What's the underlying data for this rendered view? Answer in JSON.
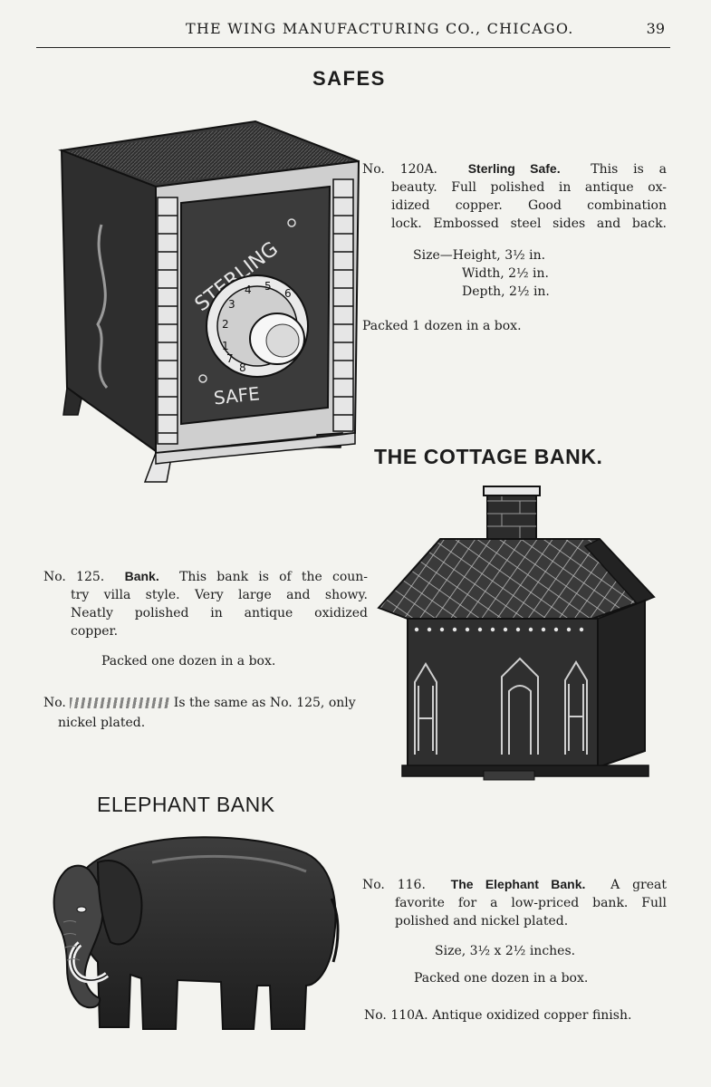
{
  "header": {
    "title": "THE WING MANUFACTURING CO., CHICAGO.",
    "page_number": "39"
  },
  "safes": {
    "title": "SAFES",
    "item_no": "No. 120A.",
    "name": "Sterling Safe.",
    "desc_1": "This is a",
    "desc_2": "beauty.  Full polished in antique ox-",
    "desc_3": "idized copper.  Good combination",
    "desc_4": "lock. Embossed steel sides and back.",
    "size_height": "Size—Height, 3½ in.",
    "size_width": "Width, 2½ in.",
    "size_depth": "Depth, 2½ in.",
    "packed": "Packed 1 dozen in a box.",
    "illustration_text": {
      "brand": "STERLING",
      "word": "SAFE",
      "dial": [
        "1",
        "2",
        "3",
        "4",
        "5",
        "6",
        "7",
        "8"
      ]
    }
  },
  "cottage": {
    "title": "THE COTTAGE BANK.",
    "item_no": "No. 125.",
    "name": "Bank.",
    "desc_1": "This bank is of the coun-",
    "desc_2": "try villa style.  Very large and showy.",
    "desc_3": "Neatly polished in antique oxidized",
    "desc_4": "copper.",
    "packed": "Packed one dozen in a box.",
    "alt_no": "No.",
    "alt_desc": "Is the same as No. 125, only",
    "alt_desc_2": "nickel plated."
  },
  "elephant": {
    "title": "ELEPHANT BANK",
    "item_no": "No. 116.",
    "name": "The Elephant Bank.",
    "desc_1": "A great",
    "desc_2": "favorite for a low-priced bank.  Full",
    "desc_3": "polished and nickel plated.",
    "size": "Size, 3½ x 2½ inches.",
    "packed": "Packed one dozen in a box.",
    "alt": "No. 110A. Antique oxidized copper finish."
  },
  "colors": {
    "paper": "#f3f3ef",
    "ink": "#1c1c1c"
  }
}
